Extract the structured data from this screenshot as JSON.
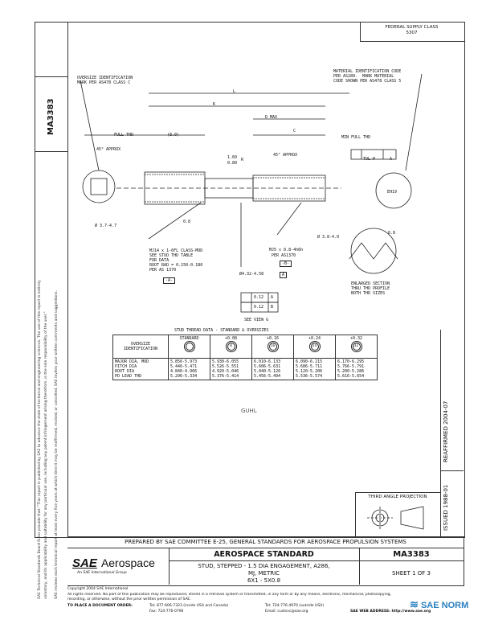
{
  "header": {
    "federal_supply_class_line1": "FEDERAL SUPPLY CLASS",
    "federal_supply_class_line2": "5307",
    "doc_number_vertical": "MA3383"
  },
  "left_notice_line1": "SAE Technical Standards Board Rules provide that: \"This report is published by SAE to advance the state of technical and engineering sciences. The use of this report is entirely",
  "left_notice_line2": "voluntary, and its applicability and suitability for any particular use, including any patent infringement arising therefrom, is the sole responsibility of the user.\"",
  "left_notice_line3": "SAE reviews each technical report at least every five years at which time it may be reaffirmed, revised, or cancelled. SAE invites your written comments and suggestions.",
  "drawing": {
    "note_oversize": "OVERSIZE IDENTIFICATION\nMARK PER AS478 CLASS C",
    "note_material": "MATERIAL IDENTIFICATION CODE\nPER AS289.  MARK MATERIAL\nCODE SHOWN PER AS478 CLASS 5",
    "dim_L": "L",
    "dim_K": "K",
    "dim_D_MAX": "D MAX",
    "dim_C": "C",
    "full_thd": "FULL THD",
    "min_full_thd": "MIN FULL THD",
    "dim_8_0": "(8.0)",
    "approx_45_left": "45° APPROX",
    "approx_45_right": "45° APPROX",
    "radius_top": "1.60",
    "radius_bottom": "0.80",
    "radius_r": "R",
    "tol_label": "TOL P",
    "tol_ref": "A",
    "eh_code": "EH19",
    "dia_left": "Ø 3.7-4.7",
    "dia_right": "Ø 3.8-4.0",
    "angle_left": "0.8",
    "angle_right": "0.8",
    "thread_left": "MJ14 x 1-6FL CLASS-MOD\nSEE STUD THD TABLE\nFOR DATA\nROOT RAD = 0.150-0.180\nPER AS 1370",
    "datum_a": "-A-",
    "thread_right": "MJ5 x 0.8-4h6h",
    "thread_right2": "PER AS1370",
    "datum_b": "-B-",
    "dia_center": "Ø4.32-4.58",
    "ref_box_a": "A",
    "gdt1_val": "0.12",
    "gdt1_ref": "A",
    "gdt2_val": "0.12",
    "gdt2_ref": "B",
    "see_view": "SEE VIEW G",
    "enlarged_section": "ENLARGED SECTION\nTHRU THD PROFILE\nBOTH THD SIZES",
    "view_angle": "0.8"
  },
  "thread_table": {
    "title": "STUD THREAD DATA - STANDARD & OVERSIZES",
    "header_label": "OVERSIZE\nIDENTIFICATION",
    "columns": [
      "STANDARD",
      "+0.08",
      "+0.16",
      "+0.24",
      "+0.32"
    ],
    "column_marks": [
      "",
      "8",
      "16",
      "24",
      "32"
    ],
    "row_labels": "MAJOR DIA, MOD\nPITCH DIA\nROOT DIA\nPD LEAD THD",
    "cells": [
      "5.856-5.973\n5.446-5.471\n4.840-4.966\n5.296-5.334",
      "5.930-6.055\n5.526-5.551\n4.920-5.046\n5.376-5.414",
      "6.010-6.133\n5.606-5.631\n5.040-5.126\n5.456-5.494",
      "6.090-6.215\n5.686-5.711\n5.120-5.206\n5.536-5.574",
      "6.170-6.295\n5.766-5.791\n5.200-5.286\n5.616-5.654"
    ]
  },
  "table_footnote": "GUHL",
  "side_right": {
    "reaffirmed": "REAFFIRMED 2004-07",
    "issued": "ISSUED 1988-01"
  },
  "projection": {
    "label": "THIRD ANGLE PROJECTION"
  },
  "title_block": {
    "prepared_by": "PREPARED BY SAE COMMITTEE E-25, GENERAL STANDARDS FOR AEROSPACE PROPULSION SYSTEMS",
    "sae_logo": "SAE",
    "aerospace_word": "Aerospace",
    "logo_sub": "An SAE International Group",
    "standard_title": "AEROSPACE STANDARD",
    "desc_line1": "STUD, STEPPED - 1.5 DIA ENGAGEMENT, A286,",
    "desc_line2": "MJ, METRIC",
    "desc_line3": "6X1 - 5X0.8",
    "doc_number": "MA3383",
    "sheet": "SHEET 1 OF 3"
  },
  "footer": {
    "copyright": "Copyright 2004 SAE International",
    "rights": "All rights reserved. No part of this publication may be reproduced, stored in a retrieval system or transmitted, in any form or by any means, electronic, mechanical, photocopying,",
    "rights2": "recording, or otherwise, without the prior written permission of SAE.",
    "order_label": "TO PLACE A DOCUMENT ORDER:",
    "tel1": "Tel: 877-606-7323 (inside USA and Canada)",
    "tel2": "Tel: 724-776-4970 (outside USA)",
    "fax": "Fax: 724-776-0790",
    "email": "Email: custsvc@sae.org",
    "web": "SAE WEB ADDRESS: http://www.sae.org"
  },
  "watermark": {
    "text": "SAE NORM"
  }
}
